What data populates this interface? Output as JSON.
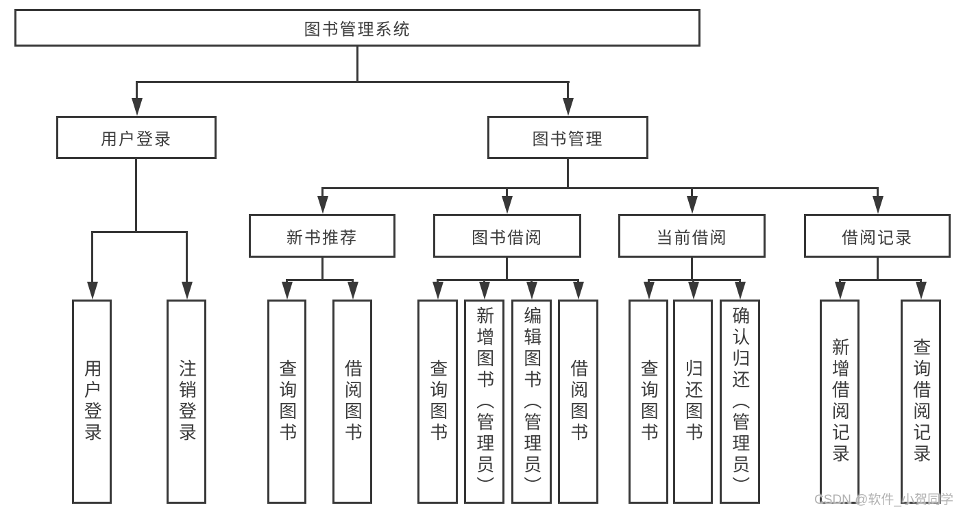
{
  "tree": {
    "label": "图书管理系统",
    "children": [
      {
        "label": "用户登录",
        "children": [
          {
            "label": "用户登录"
          },
          {
            "label": "注销登录"
          }
        ]
      },
      {
        "label": "图书管理",
        "children": [
          {
            "label": "新书推荐",
            "children": [
              {
                "label": "查询图书"
              },
              {
                "label": "借阅图书"
              }
            ]
          },
          {
            "label": "图书借阅",
            "children": [
              {
                "label": "查询图书"
              },
              {
                "label": "新增图书（管理员）"
              },
              {
                "label": "编辑图书（管理员）"
              },
              {
                "label": "借阅图书"
              }
            ]
          },
          {
            "label": "当前借阅",
            "children": [
              {
                "label": "查询图书"
              },
              {
                "label": "归还图书"
              },
              {
                "label": "确认归还（管理员）"
              }
            ]
          },
          {
            "label": "借阅记录",
            "children": [
              {
                "label": "新增借阅记录"
              },
              {
                "label": "查询借阅记录"
              }
            ]
          }
        ]
      }
    ]
  },
  "watermark": "CSDN @软件_小贺同学",
  "colors": {
    "line": "#383838",
    "text": "#3b3b3b",
    "background": "#ffffff",
    "watermark": "#b2b2b2"
  }
}
